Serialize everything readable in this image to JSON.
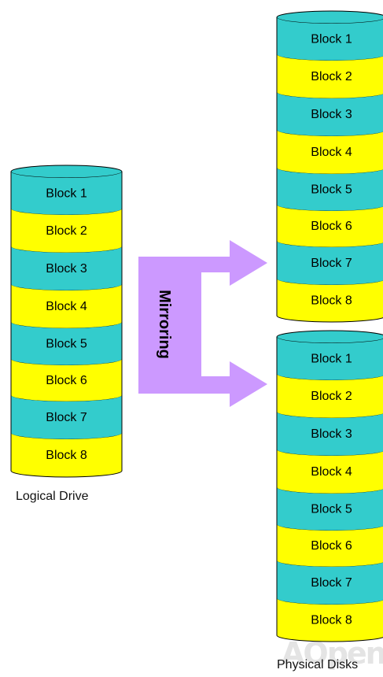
{
  "logical_drive": {
    "label": "Logical Drive",
    "blocks": [
      "Block 1",
      "Block 2",
      "Block 3",
      "Block 4",
      "Block 5",
      "Block 6",
      "Block 7",
      "Block 8"
    ]
  },
  "physical_disks": {
    "label": "Physical Disks",
    "disks": [
      {
        "blocks": [
          "Block 1",
          "Block 2",
          "Block 3",
          "Block 4",
          "Block 5",
          "Block 6",
          "Block 7",
          "Block 8"
        ]
      },
      {
        "blocks": [
          "Block 1",
          "Block 2",
          "Block 3",
          "Block 4",
          "Block 5",
          "Block 6",
          "Block 7",
          "Block 8"
        ]
      }
    ]
  },
  "arrow": {
    "label": "Mirroring",
    "color": "#cc99ff"
  },
  "watermark": {
    "text": "AOpen"
  },
  "colors": {
    "teal": "#33cccc",
    "yellow": "#ffff00",
    "outline": "#000000"
  }
}
